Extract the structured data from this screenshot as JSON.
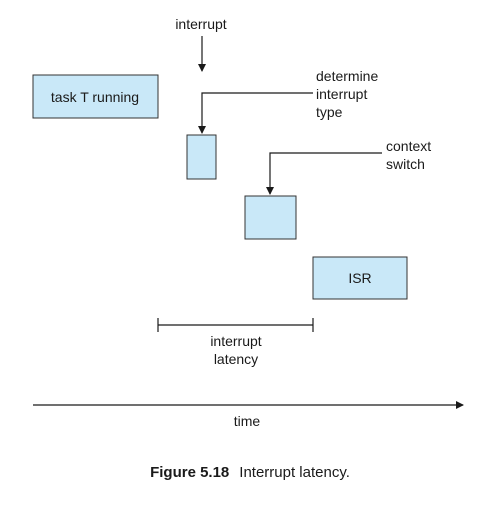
{
  "labels": {
    "interrupt": "interrupt",
    "task_running": "task T running",
    "determine_interrupt_type": [
      "determine",
      "interrupt",
      "type"
    ],
    "context_switch": [
      "context",
      "switch"
    ],
    "isr": "ISR",
    "interrupt_latency": [
      "interrupt",
      "latency"
    ],
    "time": "time"
  },
  "caption": {
    "figure_number": "Figure 5.18",
    "title": "Interrupt latency."
  },
  "colors": {
    "box_fill": "#c9e8f8",
    "stroke": "#1a1a1a"
  }
}
